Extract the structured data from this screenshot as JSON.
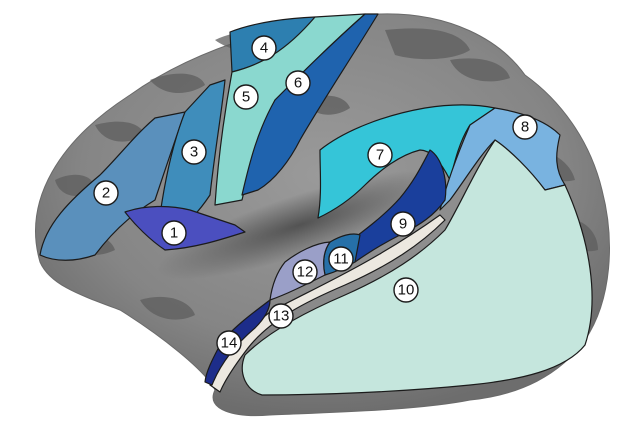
{
  "regions": [
    {
      "id": "region-1",
      "label": "1",
      "color": "#4b4fbf"
    },
    {
      "id": "region-2",
      "label": "2",
      "color": "#5a90bc"
    },
    {
      "id": "region-3",
      "label": "3",
      "color": "#3f8dbb"
    },
    {
      "id": "region-4",
      "label": "4",
      "color": "#2d7fb0"
    },
    {
      "id": "region-5",
      "label": "5",
      "color": "#8ad8cf"
    },
    {
      "id": "region-6",
      "label": "6",
      "color": "#1f63ae"
    },
    {
      "id": "region-7",
      "label": "7",
      "color": "#35c5d8"
    },
    {
      "id": "region-8",
      "label": "8",
      "color": "#79b3e0"
    },
    {
      "id": "region-9",
      "label": "9",
      "color": "#1a3f9c"
    },
    {
      "id": "region-10",
      "label": "10",
      "color": "#c5e6dd"
    },
    {
      "id": "region-11",
      "label": "11",
      "color": "#2670a8"
    },
    {
      "id": "region-12",
      "label": "12",
      "color": "#9a9fc8"
    },
    {
      "id": "region-13",
      "label": "13",
      "color": "#ece8e0"
    },
    {
      "id": "region-14",
      "label": "14",
      "color": "#1d2d8a"
    }
  ],
  "surface": {
    "gyri_color": "#8a8a8a",
    "sulci_color": "#5d5d5d"
  }
}
